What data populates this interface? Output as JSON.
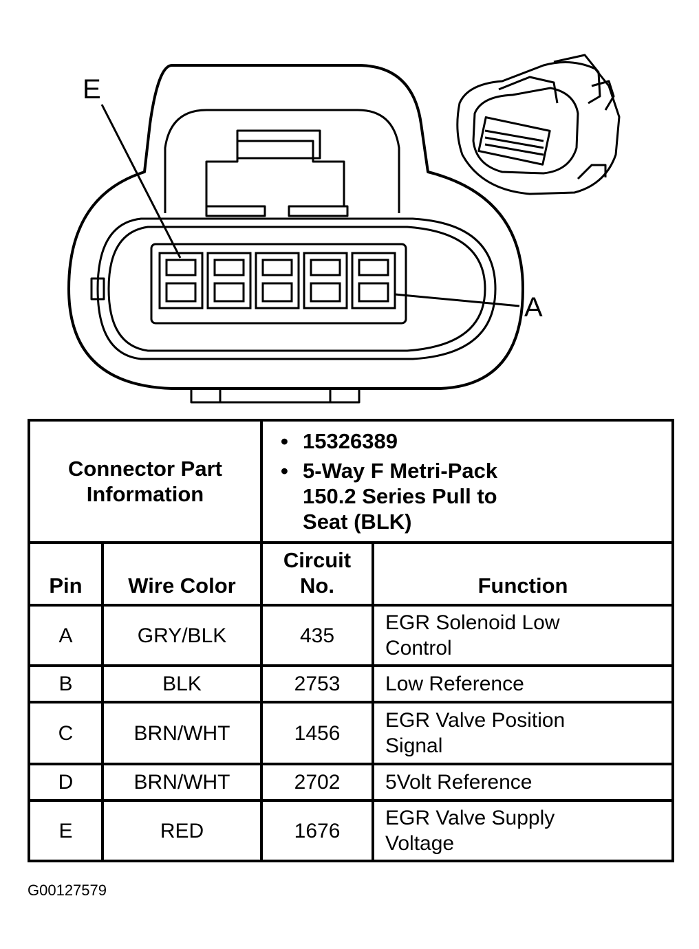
{
  "callouts": {
    "top_left": "E",
    "right": "A"
  },
  "part_info": {
    "label_line1": "Connector Part",
    "label_line2": "Information",
    "bullets": [
      {
        "text_line1": "15326389"
      },
      {
        "text_line1": "5-Way F Metri-Pack",
        "text_line2": "150.2 Series Pull to",
        "text_line3": "Seat (BLK)"
      }
    ]
  },
  "columns": {
    "pin": "Pin",
    "wire_color": "Wire Color",
    "circuit_line1": "Circuit",
    "circuit_line2": "No.",
    "function": "Function"
  },
  "rows": [
    {
      "pin": "A",
      "wire_color": "GRY/BLK",
      "circuit": "435",
      "function_line1": "EGR Solenoid Low",
      "function_line2": "Control"
    },
    {
      "pin": "B",
      "wire_color": "BLK",
      "circuit": "2753",
      "function_line1": "Low Reference",
      "function_line2": ""
    },
    {
      "pin": "C",
      "wire_color": "BRN/WHT",
      "circuit": "1456",
      "function_line1": "EGR Valve Position",
      "function_line2": "Signal"
    },
    {
      "pin": "D",
      "wire_color": "BRN/WHT",
      "circuit": "2702",
      "function_line1": "5Volt Reference",
      "function_line2": ""
    },
    {
      "pin": "E",
      "wire_color": "RED",
      "circuit": "1676",
      "function_line1": "EGR Valve Supply",
      "function_line2": "Voltage"
    }
  ],
  "figure_id": "G00127579"
}
